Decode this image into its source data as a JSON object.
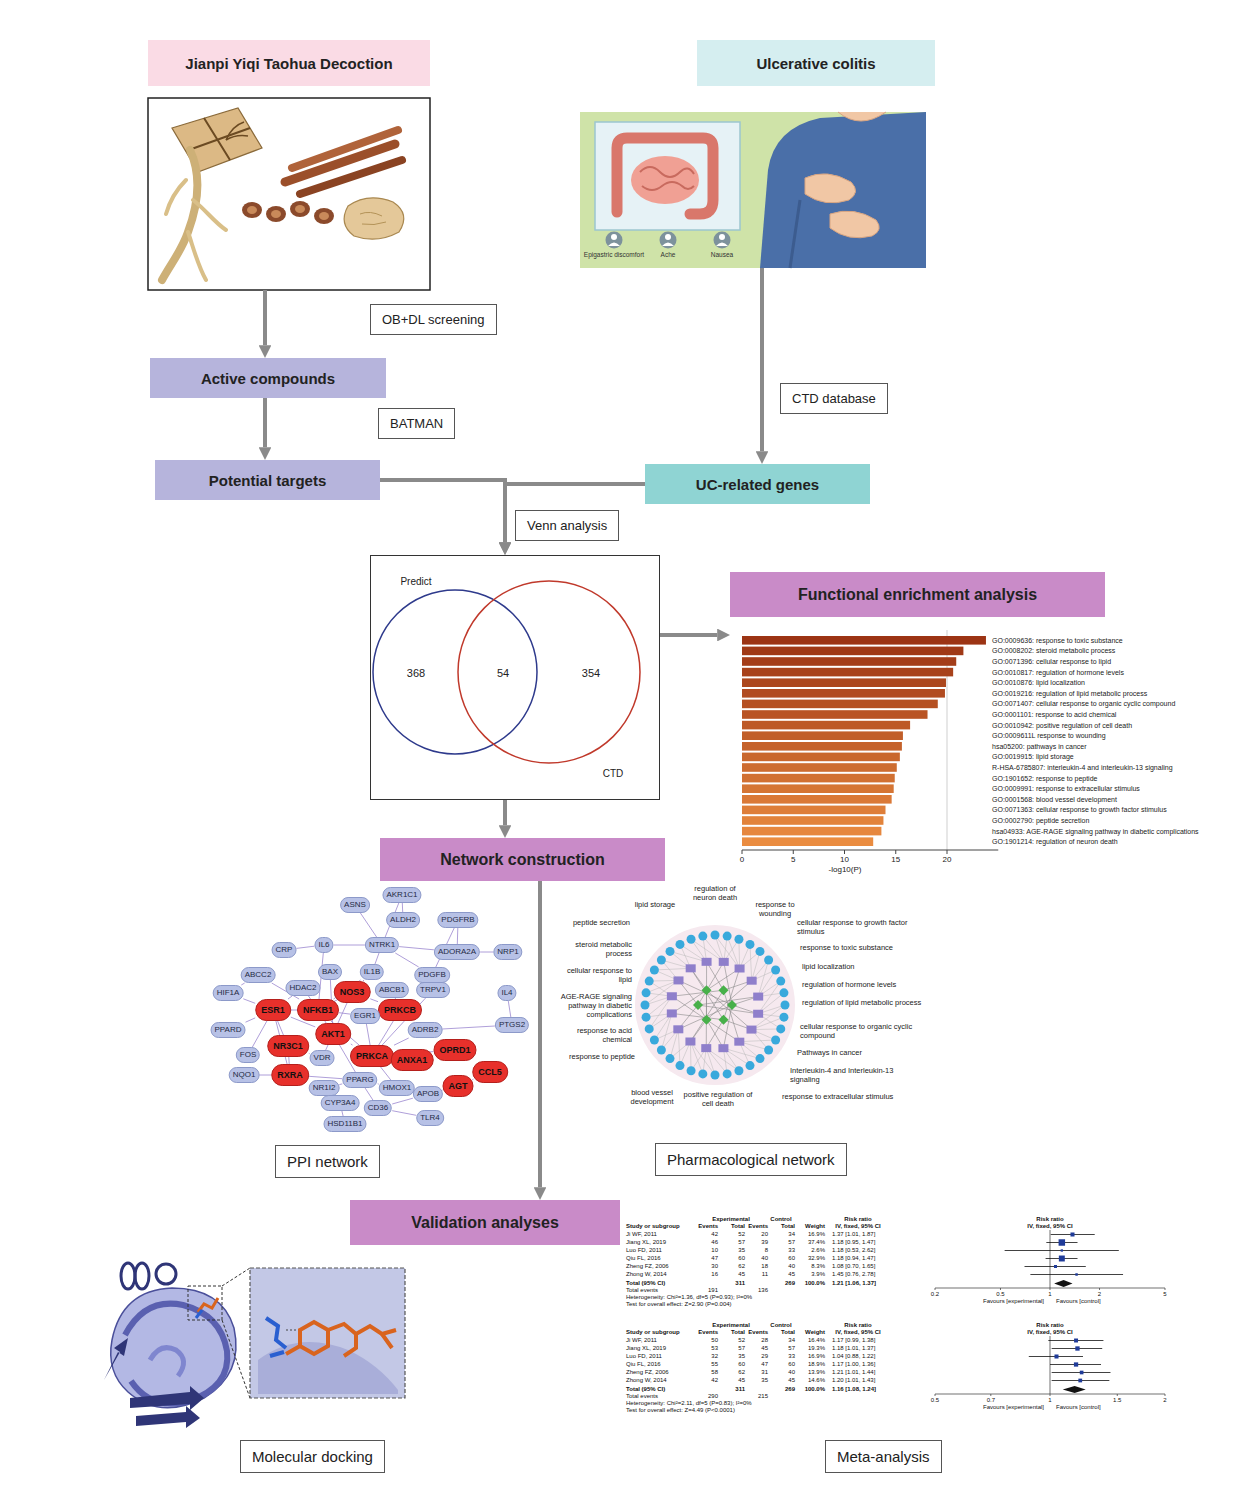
{
  "diagram": {
    "nodes": [
      {
        "text": [
          "Jianpi Yiqi Taohua Decoction"
        ]
      },
      {
        "text": [
          "Ulcerative colitis"
        ]
      },
      {
        "text": [
          "OB+DL screening"
        ]
      },
      {
        "text": [
          "Active compounds"
        ]
      },
      {
        "text": [
          "BATMAN"
        ]
      },
      {
        "text": [
          "Potential targets"
        ]
      },
      {
        "text": [
          "CTD database"
        ]
      },
      {
        "text": [
          "UC-related genes"
        ]
      },
      {
        "text": [
          "Venn analysis"
        ]
      },
      {
        "text": [
          "Predict",
          "368",
          "54",
          "354",
          "CTD"
        ]
      },
      {
        "text": [
          "Functional enrichment analysis"
        ]
      },
      {
        "text": [
          "Network construction"
        ]
      },
      {
        "text": [
          "ASNS"
        ]
      },
      {
        "text": [
          "AKR1C1"
        ]
      },
      {
        "text": [
          "ALDH2"
        ]
      },
      {
        "text": [
          "PDGFRB"
        ]
      },
      {
        "text": [
          "CRP"
        ]
      },
      {
        "text": [
          "IL6"
        ]
      },
      {
        "text": [
          "NTRK1"
        ]
      },
      {
        "text": [
          "ADORA2A"
        ]
      },
      {
        "text": [
          "NRP1"
        ]
      },
      {
        "text": [
          "ABCC2"
        ]
      },
      {
        "text": [
          "BAX"
        ]
      },
      {
        "text": [
          "IL1B"
        ]
      },
      {
        "text": [
          "PDGFB"
        ]
      },
      {
        "text": [
          "HIF1A"
        ]
      },
      {
        "text": [
          "HDAC2"
        ]
      },
      {
        "text": [
          "NOS3"
        ]
      },
      {
        "text": [
          "ABCB1"
        ]
      },
      {
        "text": [
          "TRPV1"
        ]
      },
      {
        "text": [
          "IL4"
        ]
      },
      {
        "text": [
          "ESR1"
        ]
      },
      {
        "text": [
          "NFKB1"
        ]
      },
      {
        "text": [
          "PRKCB"
        ]
      },
      {
        "text": [
          "EGR1"
        ]
      },
      {
        "text": [
          "PPARD"
        ]
      },
      {
        "text": [
          "AKT1"
        ]
      },
      {
        "text": [
          "ADRB2"
        ]
      },
      {
        "text": [
          "PTGS2"
        ]
      },
      {
        "text": [
          "NR3C1"
        ]
      },
      {
        "text": [
          "VDR"
        ]
      },
      {
        "text": [
          "PRKCA"
        ]
      },
      {
        "text": [
          "FOS"
        ]
      },
      {
        "text": [
          "ANXA1"
        ]
      },
      {
        "text": [
          "OPRD1"
        ]
      },
      {
        "text": [
          "CCL5"
        ]
      },
      {
        "text": [
          "NQO1"
        ]
      },
      {
        "text": [
          "RXRA"
        ]
      },
      {
        "text": [
          "PPARG"
        ]
      },
      {
        "text": [
          "NR1I2"
        ]
      },
      {
        "text": [
          "HMOX1"
        ]
      },
      {
        "text": [
          "APOB"
        ]
      },
      {
        "text": [
          "AGT"
        ]
      },
      {
        "text": [
          "CYP3A4"
        ]
      },
      {
        "text": [
          "CD36"
        ]
      },
      {
        "text": [
          "HSD11B1"
        ]
      },
      {
        "text": [
          "TLR4"
        ]
      },
      {
        "text": [
          "PPI network"
        ]
      },
      {
        "text": [
          "Pharmacological network"
        ]
      },
      {
        "text": [
          "Validation analyses"
        ]
      },
      {
        "text": [
          "Molecular docking"
        ]
      },
      {
        "text": [
          "Meta-analysis"
        ]
      }
    ],
    "edges": [
      {
        "from": 0,
        "to": 3,
        "arrow": "to"
      },
      {
        "from": 3,
        "to": 5,
        "arrow": "to"
      },
      {
        "from": 1,
        "to": 7,
        "arrow": "to"
      },
      {
        "from": 5,
        "to": 9,
        "arrow": "to"
      },
      {
        "from": 7,
        "to": 9,
        "arrow": "to"
      },
      {
        "from": 9,
        "to": 10,
        "arrow": "to"
      },
      {
        "from": 9,
        "to": 11,
        "arrow": "to"
      },
      {
        "from": 11,
        "to": 59,
        "arrow": "to"
      },
      {
        "from": 31,
        "to": 32,
        "arrow": "none"
      },
      {
        "from": 31,
        "to": 36,
        "arrow": "none"
      },
      {
        "from": 31,
        "to": 39,
        "arrow": "none"
      },
      {
        "from": 31,
        "to": 26,
        "arrow": "none"
      },
      {
        "from": 31,
        "to": 47,
        "arrow": "none"
      },
      {
        "from": 31,
        "to": 42,
        "arrow": "none"
      },
      {
        "from": 31,
        "to": 35,
        "arrow": "none"
      },
      {
        "from": 31,
        "to": 25,
        "arrow": "none"
      },
      {
        "from": 32,
        "to": 36,
        "arrow": "none"
      },
      {
        "from": 32,
        "to": 27,
        "arrow": "none"
      },
      {
        "from": 32,
        "to": 17,
        "arrow": "none"
      },
      {
        "from": 32,
        "to": 23,
        "arrow": "none"
      },
      {
        "from": 32,
        "to": 26,
        "arrow": "none"
      },
      {
        "from": 32,
        "to": 41,
        "arrow": "none"
      },
      {
        "from": 32,
        "to": 34,
        "arrow": "none"
      },
      {
        "from": 36,
        "to": 41,
        "arrow": "none"
      },
      {
        "from": 36,
        "to": 27,
        "arrow": "none"
      },
      {
        "from": 36,
        "to": 22,
        "arrow": "none"
      },
      {
        "from": 36,
        "to": 40,
        "arrow": "none"
      },
      {
        "from": 36,
        "to": 48,
        "arrow": "none"
      },
      {
        "from": 41,
        "to": 33,
        "arrow": "none"
      },
      {
        "from": 41,
        "to": 34,
        "arrow": "none"
      },
      {
        "from": 41,
        "to": 43,
        "arrow": "none"
      },
      {
        "from": 41,
        "to": 37,
        "arrow": "none"
      },
      {
        "from": 41,
        "to": 29,
        "arrow": "none"
      },
      {
        "from": 41,
        "to": 44,
        "arrow": "none"
      },
      {
        "from": 41,
        "to": 50,
        "arrow": "none"
      },
      {
        "from": 33,
        "to": 27,
        "arrow": "none"
      },
      {
        "from": 33,
        "to": 28,
        "arrow": "none"
      },
      {
        "from": 27,
        "to": 23,
        "arrow": "none"
      },
      {
        "from": 17,
        "to": 16,
        "arrow": "none"
      },
      {
        "from": 17,
        "to": 18,
        "arrow": "none"
      },
      {
        "from": 18,
        "to": 13,
        "arrow": "none"
      },
      {
        "from": 18,
        "to": 12,
        "arrow": "none"
      },
      {
        "from": 18,
        "to": 24,
        "arrow": "none"
      },
      {
        "from": 18,
        "to": 19,
        "arrow": "none"
      },
      {
        "from": 24,
        "to": 15,
        "arrow": "none"
      },
      {
        "from": 19,
        "to": 15,
        "arrow": "none"
      },
      {
        "from": 23,
        "to": 18,
        "arrow": "none"
      },
      {
        "from": 14,
        "to": 13,
        "arrow": "none"
      },
      {
        "from": 19,
        "to": 20,
        "arrow": "none"
      },
      {
        "from": 30,
        "to": 38,
        "arrow": "none"
      },
      {
        "from": 39,
        "to": 47,
        "arrow": "none"
      },
      {
        "from": 39,
        "to": 40,
        "arrow": "none"
      },
      {
        "from": 47,
        "to": 46,
        "arrow": "none"
      },
      {
        "from": 47,
        "to": 48,
        "arrow": "none"
      },
      {
        "from": 48,
        "to": 49,
        "arrow": "none"
      },
      {
        "from": 48,
        "to": 54,
        "arrow": "none"
      },
      {
        "from": 49,
        "to": 53,
        "arrow": "none"
      },
      {
        "from": 53,
        "to": 55,
        "arrow": "none"
      },
      {
        "from": 54,
        "to": 56,
        "arrow": "none"
      },
      {
        "from": 54,
        "to": 51,
        "arrow": "none"
      },
      {
        "from": 51,
        "to": 52,
        "arrow": "none"
      },
      {
        "from": 52,
        "to": 45,
        "arrow": "none"
      },
      {
        "from": 43,
        "to": 44,
        "arrow": "none"
      },
      {
        "from": 44,
        "to": 45,
        "arrow": "none"
      },
      {
        "from": 37,
        "to": 38,
        "arrow": "none"
      },
      {
        "from": 21,
        "to": 25,
        "arrow": "none"
      },
      {
        "from": 21,
        "to": 32,
        "arrow": "none"
      },
      {
        "from": 48,
        "to": 50,
        "arrow": "none"
      },
      {
        "from": 50,
        "to": 51,
        "arrow": "none"
      }
    ],
    "labels": [
      "Epigastric discomfort",
      "Ache",
      "Nausea",
      "GO:0009636: response to toxic substance",
      "GO:0008202: steroid metabolic process",
      "GO:0071396: cellular response to lipid",
      "GO:0010817: regulation of hormone levels",
      "GO:0010876: lipid localization",
      "GO:0019216: regulation of lipid metabolic process",
      "GO:0071407: cellular response to organic cyclic compound",
      "GO:0001101: response to acid chemical",
      "GO:0010942: positive regulation of cell death",
      "GO:0009611L response to wounding",
      "hsa05200: pathways in cancer",
      "GO:0019915: lipid storage",
      "R-HSA-6785807: interleukin-4 and interleukin-13 signaling",
      "GO:1901652: response to peptide",
      "GO:0009991: response to extracellular stimulus",
      "GO:0001568: blood vessel development",
      "GO:0071363: cellular response to growth factor stimulus",
      "GO:0002790: peptide secretion",
      "hsa04933: AGE-RAGE signaling pathway in diabetic complications",
      "GO:1901214: regulation of neuron death",
      "0",
      "5",
      "10",
      "15",
      "20",
      "-log10(P)",
      "lipid storage",
      "regulation of neuron death",
      "response to wounding",
      "peptide secretion",
      "cellular response to growth factor stimulus",
      "response to toxic substance",
      "steroid metabolic process",
      "lipid localization",
      "cellular response to lipid",
      "regulation of hormone levels",
      "AGE-RAGE signaling pathway in diabetic complications",
      "regulation of lipid metabolic process",
      "cellular response to organic cyclic compound",
      "response to acid chemical",
      "Pathways in cancer",
      "response to peptide",
      "Interleukin-4 and Interleukin-13 signaling",
      "blood vessel development",
      "positive regulation of cell death",
      "response to extracellular stimulus",
      "Study or subgroup",
      "Experimental",
      "Events",
      "Total",
      "Control",
      "Events",
      "Total",
      "Weight",
      "Risk ratio",
      "IV, fixed, 95% CI",
      "Risk ratio",
      "IV, fixed, 95% CI",
      "Ji WF, 2011",
      "42",
      "52",
      "20",
      "34",
      "16.9%",
      "1.37 [1.01, 1.87]",
      "Jiang XL, 2019",
      "46",
      "57",
      "39",
      "57",
      "37.4%",
      "1.18 [0.95, 1.47]",
      "Luo FD, 2011",
      "10",
      "35",
      "8",
      "33",
      "2.6%",
      "1.18 [0.53, 2.62]",
      "Qiu FL, 2016",
      "47",
      "60",
      "40",
      "60",
      "32.9%",
      "1.18 [0.94, 1.47]",
      "Zheng FZ, 2006",
      "30",
      "62",
      "18",
      "40",
      "8.3%",
      "1.08 [0.70, 1.65]",
      "Zhong W, 2014",
      "16",
      "45",
      "11",
      "45",
      "3.9%",
      "1.45 [0.76, 2.78]",
      "Total (95% CI)",
      "311",
      "269",
      "100.0%",
      "1.21 [1.06, 1.37]",
      "Total events",
      "191",
      "136",
      "Heterogeneity: Chi²=1.36, df=5 (P=0.93); I²=0%",
      "Test for overall effect: Z=2.90 (P=0.004)",
      "0.2",
      "0.5",
      "1",
      "2",
      "5",
      "Favours [experimental]",
      "Favours [control]",
      "Study or subgroup",
      "Experimental",
      "Events",
      "Total",
      "Control",
      "Events",
      "Total",
      "Weight",
      "Risk ratio",
      "IV, fixed, 95% CI",
      "Risk ratio",
      "IV, fixed, 95% CI",
      "Ji WF, 2011",
      "50",
      "52",
      "28",
      "34",
      "16.4%",
      "1.17 [0.99, 1.38]",
      "Jiang XL, 2019",
      "53",
      "57",
      "45",
      "57",
      "19.3%",
      "1.18 [1.01, 1.37]",
      "Luo FD, 2011",
      "32",
      "35",
      "29",
      "33",
      "16.9%",
      "1.04 [0.88, 1.22]",
      "Qiu FL, 2016",
      "55",
      "60",
      "47",
      "60",
      "18.9%",
      "1.17 [1.00, 1.36]",
      "Zheng FZ, 2006",
      "58",
      "62",
      "31",
      "40",
      "13.9%",
      "1.21 [1.01, 1.44]",
      "Zhong W, 2014",
      "42",
      "45",
      "35",
      "45",
      "14.6%",
      "1.20 [1.01, 1.43]",
      "Total (95% CI)",
      "311",
      "269",
      "100.0%",
      "1.16 [1.08, 1.24]",
      "Total events",
      "290",
      "215",
      "Heterogeneity: Chi²=2.11, df=5 (P=0.83); I²=0%",
      "Test for overall effect: Z=4.49 (P<0.0001)",
      "0.5",
      "0.7",
      "1",
      "1.5",
      "2",
      "Favours [experimental]",
      "Favours [control]"
    ]
  }
}
